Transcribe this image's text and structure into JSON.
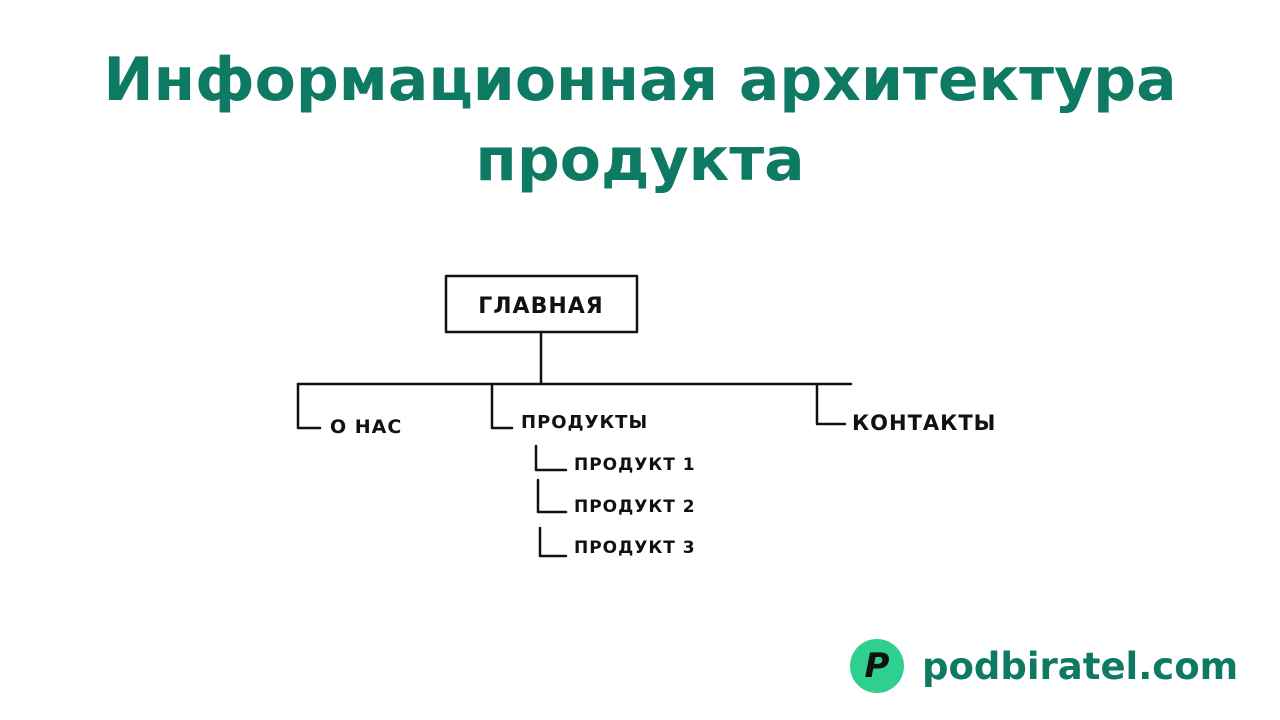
{
  "title": {
    "line1": "Информационная архитектура",
    "line2": "продукта"
  },
  "diagram": {
    "root": "ГЛАВНАЯ",
    "sections": [
      "О НАС",
      "ПРОДУКТЫ",
      "КОНТАКТЫ"
    ],
    "products": [
      "ПРОДУКТ 1",
      "ПРОДУКТ 2",
      "ПРОДУКТ 3"
    ]
  },
  "brand": {
    "logo_letter": "P",
    "name": "podbiratel.com",
    "logo_color": "#2fd08f",
    "text_color": "#0e7a63"
  }
}
